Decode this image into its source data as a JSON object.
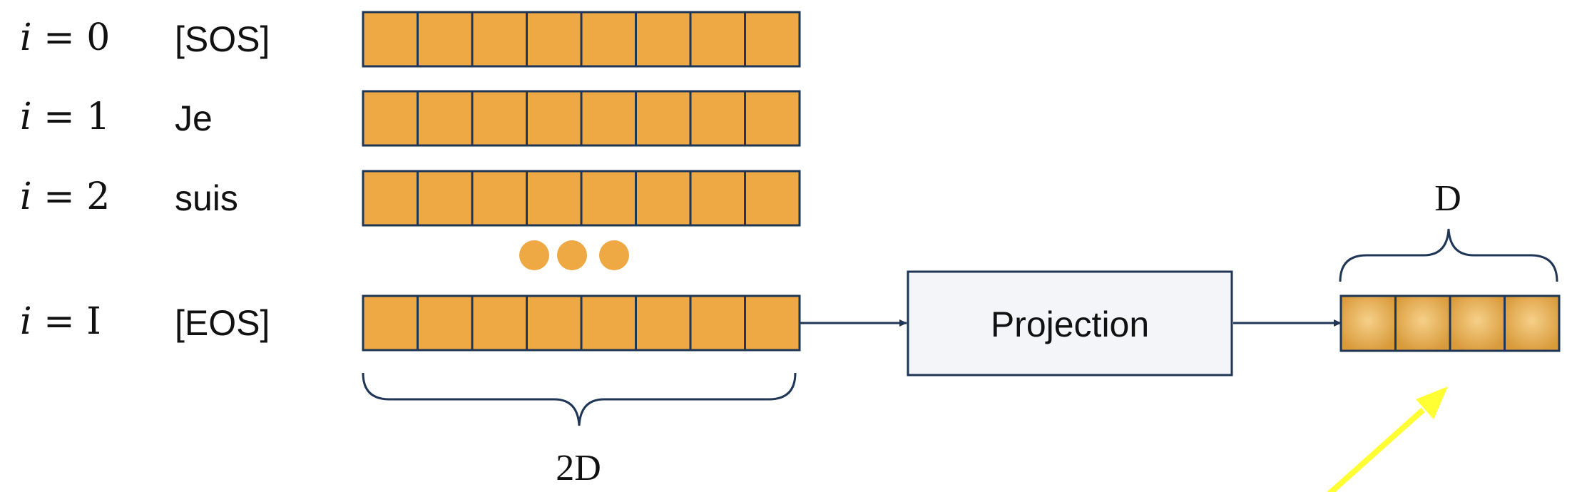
{
  "rows": [
    {
      "index_var": "i",
      "index_value": "0",
      "token": "[SOS]"
    },
    {
      "index_var": "i",
      "index_value": "1",
      "token": "Je"
    },
    {
      "index_var": "i",
      "index_value": "2",
      "token": "suis"
    },
    {
      "index_var": "i",
      "index_value": "I",
      "token": "[EOS]"
    }
  ],
  "input_cells_per_row": 8,
  "input_dim_label": "2D",
  "projection_label": "Projection",
  "output_cells": 4,
  "output_dim_label": "D",
  "colors": {
    "cell_fill": "#eea944",
    "cell_border": "#1f3656",
    "output_cell_center": "#f6d089",
    "output_cell_edge": "#d99a3a",
    "projection_fill": "#f3f5f9",
    "arrow_highlight": "#ffff33"
  }
}
